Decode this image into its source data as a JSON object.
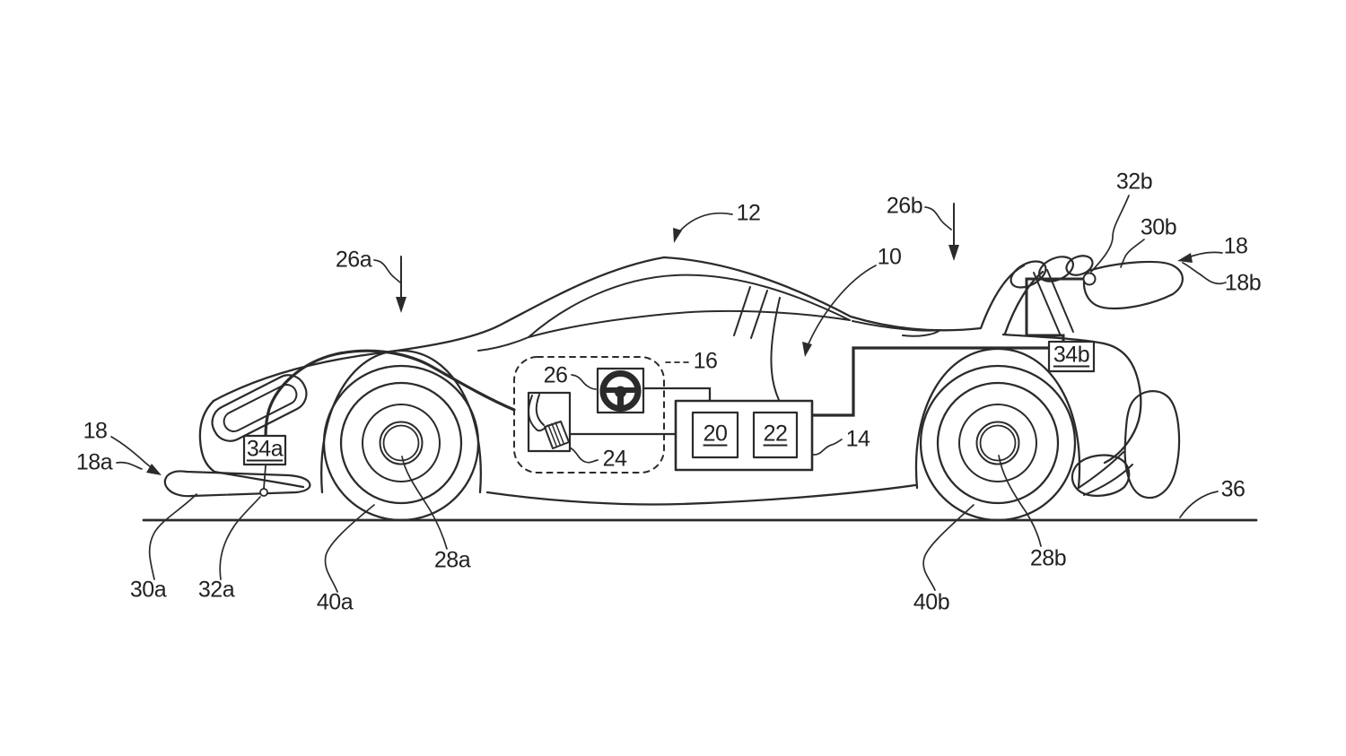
{
  "figure": {
    "type": "patent-line-drawing",
    "description": "Side view of a sports car with active aerodynamic elements and control system schematic",
    "background_color": "#ffffff",
    "line_color": "#2b2b2b",
    "labels": {
      "roof": "12",
      "body": "10",
      "cockpit_zone": "16",
      "steering_input": "26",
      "pedal_input": "24",
      "controller": "14",
      "module_20": "20",
      "module_22": "22",
      "front_airflow": "26a",
      "rear_airflow": "26b",
      "front_wing_ref": "18",
      "front_wing_sub": "18a",
      "rear_wing_ref": "18",
      "rear_wing_sub": "18b",
      "front_aero_element": "30a",
      "rear_aero_element": "30b",
      "front_pivot": "32a",
      "rear_pivot": "32b",
      "front_actuator": "34a",
      "rear_actuator": "34b",
      "front_hub": "28a",
      "rear_hub": "28b",
      "front_tire": "40a",
      "rear_tire": "40b",
      "ground": "36"
    }
  }
}
